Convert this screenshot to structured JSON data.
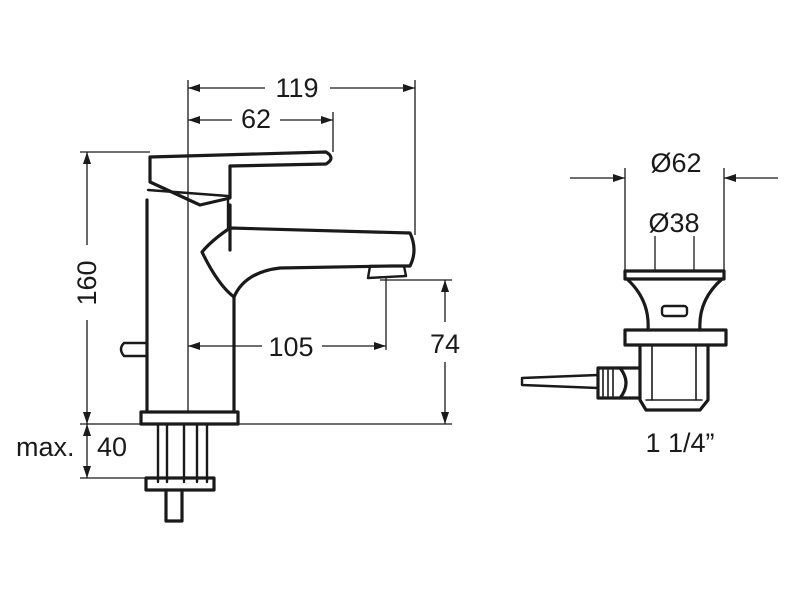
{
  "dimensions": {
    "overall_reach": "119",
    "lever_length": "62",
    "height": "160",
    "spout_reach": "105",
    "spout_height": "74",
    "max_label": "max.",
    "max_thickness": "40",
    "waste_outer_diameter": "Ø62",
    "waste_inner_diameter": "Ø38",
    "waste_thread": "1 1/4”"
  },
  "colors": {
    "line": "#1a1a1a",
    "background": "#ffffff"
  }
}
